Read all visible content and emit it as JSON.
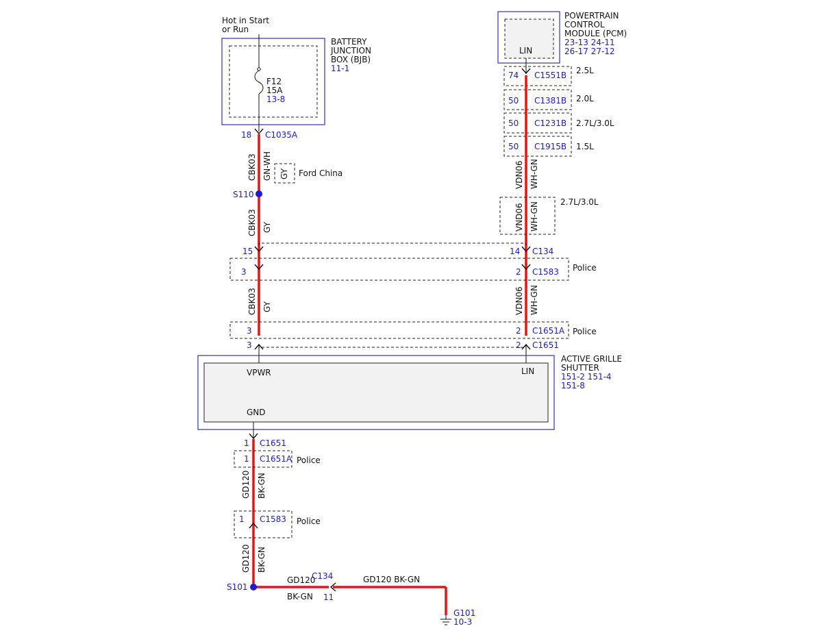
{
  "bjb": {
    "hot_line1": "Hot in Start",
    "hot_line2": "or Run",
    "name_line1": "BATTERY",
    "name_line2": "JUNCTION",
    "name_line3": "BOX (BJB)",
    "ref": "11-1",
    "fuse_name": "F12",
    "fuse_rating": "15A",
    "fuse_ref": "13-8",
    "pin": "18",
    "connector": "C1035A"
  },
  "pcm": {
    "name_line1": "POWERTRAIN",
    "name_line2": "CONTROL",
    "name_line3": "MODULE (PCM)",
    "ref_line1": "23-13 24-11",
    "ref_line2": "26-17 27-12",
    "pin_label": "LIN"
  },
  "pcm_connectors": [
    {
      "pin": "74",
      "connector": "C1551B",
      "variant": "2.5L"
    },
    {
      "pin": "50",
      "connector": "C1381B",
      "variant": "2.0L"
    },
    {
      "pin": "50",
      "connector": "C1231B",
      "variant": "2.7L/3.0L"
    },
    {
      "pin": "50",
      "connector": "C1915B",
      "variant": "1.5L"
    }
  ],
  "left_wires": {
    "seg1_circuit": "CBK03",
    "seg1_color": "GN-WH",
    "alt_color": "GY",
    "alt_note": "Ford China",
    "splice": "S110",
    "seg2_circuit": "CBK03",
    "seg2_color": "GY",
    "seg3_circuit": "CBK03",
    "seg3_color": "GY"
  },
  "right_wires": {
    "seg1_circuit": "VDN06",
    "seg1_color": "WH-GN",
    "alt_circuit": "VND06",
    "alt_color": "WH-GN",
    "alt_variant": "2.7L/3.0L",
    "seg2_circuit": "VDN06",
    "seg2_color": "WH-GN"
  },
  "inline_connectors": {
    "c134_left_pin": "15",
    "c134_right_pin": "14",
    "c134": "C134",
    "c1583_left_pin": "3",
    "c1583_right_pin": "2",
    "c1583": "C1583",
    "c1583_note": "Police",
    "c1651a_left_pin": "3",
    "c1651a_right_pin": "2",
    "c1651a": "C1651A",
    "c1651a_note": "Police",
    "c1651_left_pin": "3",
    "c1651_right_pin": "2",
    "c1651": "C1651"
  },
  "shutter": {
    "name_line1": "ACTIVE GRILLE",
    "name_line2": "SHUTTER",
    "ref_line1": "151-2 151-4",
    "ref_line2": "151-8",
    "vpwr": "VPWR",
    "lin": "LIN",
    "gnd": "GND"
  },
  "ground_path": {
    "c1651_pin": "1",
    "c1651": "C1651",
    "c1651a_pin": "1",
    "c1651a": "C1651A",
    "c1651a_note": "Police",
    "seg1_circuit": "GD120",
    "seg1_color": "BK-GN",
    "c1583_pin": "1",
    "c1583": "C1583",
    "c1583_note": "Police",
    "seg2_circuit": "GD120",
    "seg2_color": "BK-GN",
    "splice": "S101",
    "h1_circuit": "GD120",
    "h1_color": "BK-GN",
    "c134": "C134",
    "c134_pin": "11",
    "h2_label": "GD120  BK-GN",
    "ground": "G101",
    "ground_ref": "10-3"
  }
}
